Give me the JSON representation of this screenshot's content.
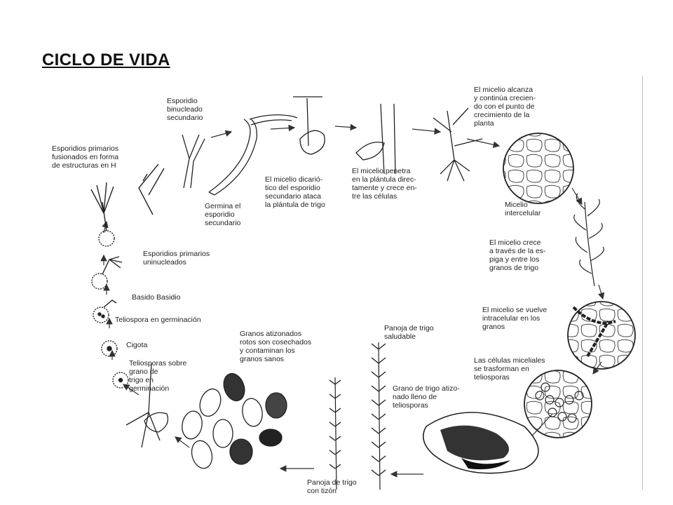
{
  "title": "CICLO DE VIDA",
  "labels": {
    "esporidios_h": "Esporidios primarios\nfusionados en forma\nde estructuras en H",
    "esporidio_binucleado": "Esporidio\nbinucleado\nsecundario",
    "germina": "Germina el\nesporidio\nsecundario",
    "micelio_dicariotico": "El micelio dicarió-\ntico del esporidio\nsecundario ataca\nla plántula de trigo",
    "micelio_penetra": "El micelio penetra\nen la plántula direc-\ntamente y crece en-\ntre las células",
    "micelio_alcanza": "El micelio alcanza\ny continúa crecien-\ndo con el punto de\ncrecimiento de la\nplanta",
    "micelio_intercelular": "Micelio\nintercelular",
    "micelio_crece": "El micelio crece\na través de la es-\npiga y entre los\ngranos de trigo",
    "micelio_intracelular": "El micelio se vuelve\nintracelular en los\ngranos",
    "celulas_miceliales": "Las células miceliales\nse trasforman en\nteliosporas",
    "panoja_saludable": "Panoja de trigo\nsaludable",
    "grano_atizonado": "Grano de trigo atizo-\nnado lleno de\nteliosporas",
    "granos_cosechados": "Granos atizonados\nrotos son cosechados\ny contaminan los\ngranos sanos",
    "panoja_tizon": "Panoja de trigo\ncon tizón",
    "teliosporas_sobre": "Teliosporas sobre\ngrano de\ntrigo en\ngerminación",
    "cigota": "Cigota",
    "teliospora_germinacion": "Teliospora en germinación",
    "basido": "Basido  Basidio",
    "esporidios_uninucleados": "Esporidios primarios\nuninucleados"
  }
}
